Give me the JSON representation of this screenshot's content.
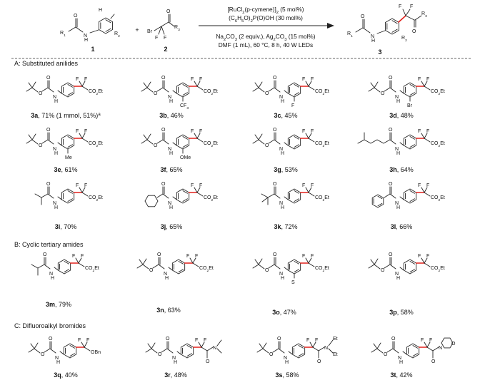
{
  "reaction": {
    "conditions": [
      "[RuCl2(p-cymene)]2 (5 mol%)",
      "(C6H5O)2P(O)OH (30 mol%)",
      "Na2CO3 (2 equiv.), Ag2CO3 (15 mol%)",
      "DMF (1 mL), 60 °C, 8 h, 40 W LEDs"
    ],
    "compound_labels": [
      "1",
      "2",
      "3"
    ],
    "plus": "+",
    "atoms": {
      "R1": "R1",
      "R2": "R2",
      "R3": "R3",
      "N": "N",
      "H": "H",
      "O": "O",
      "F": "F",
      "Br": "Br"
    }
  },
  "sections": [
    "A: Substituted anilides",
    "B: Cyclic tertiary amides",
    "C: Difluoroalkyl bromides"
  ],
  "products": [
    {
      "id": "3a",
      "yield": ", 71% (1 mmol, 51%)",
      "note": "a",
      "sub": "",
      "ester": "CO2Et"
    },
    {
      "id": "3b",
      "yield": ", 46%",
      "sub": "CF3",
      "ester": "CO2Et"
    },
    {
      "id": "3c",
      "yield": ", 45%",
      "sub": "F",
      "ester": "CO2Et"
    },
    {
      "id": "3d",
      "yield": ", 48%",
      "sub": "Br",
      "ester": "CO2Et"
    },
    {
      "id": "3e",
      "yield": ", 61%",
      "sub": "Me",
      "ester": "CO2Et"
    },
    {
      "id": "3f",
      "yield": ", 65%",
      "sub": "OMe",
      "ester": "CO2Et"
    },
    {
      "id": "3g",
      "yield": ", 53%",
      "sub": "",
      "ester": "CO2Et"
    },
    {
      "id": "3h",
      "yield": ", 64%",
      "sub": "",
      "ester": "CO2Et"
    },
    {
      "id": "3i",
      "yield": ", 70%",
      "sub": "",
      "ester": "CO2Et"
    },
    {
      "id": "3j",
      "yield": ", 65%",
      "sub": "",
      "ester": "CO2Et"
    },
    {
      "id": "3k",
      "yield": ", 72%",
      "sub": "",
      "ester": "CO2Et"
    },
    {
      "id": "3l",
      "yield": ", 66%",
      "sub": "",
      "ester": "CO2Et"
    },
    {
      "id": "3m",
      "yield": ", 79%",
      "sub": "",
      "ester": "CO2Et"
    },
    {
      "id": "3n",
      "yield": ", 63%",
      "sub": "",
      "ester": "CO2Et"
    },
    {
      "id": "3o",
      "yield": ", 47%",
      "sub": "S",
      "ester": "CO2Et"
    },
    {
      "id": "3p",
      "yield": ", 58%",
      "sub": "",
      "ester": "CO2Et"
    },
    {
      "id": "3q",
      "yield": ", 40%",
      "sub": "",
      "ester": "OBn"
    },
    {
      "id": "3r",
      "yield": ", 48%",
      "sub": "",
      "ester": ""
    },
    {
      "id": "3s",
      "yield": ", 58%",
      "sub": "Et",
      "ester": ""
    },
    {
      "id": "3t",
      "yield": ", 42%",
      "sub": "",
      "ester": ""
    }
  ]
}
